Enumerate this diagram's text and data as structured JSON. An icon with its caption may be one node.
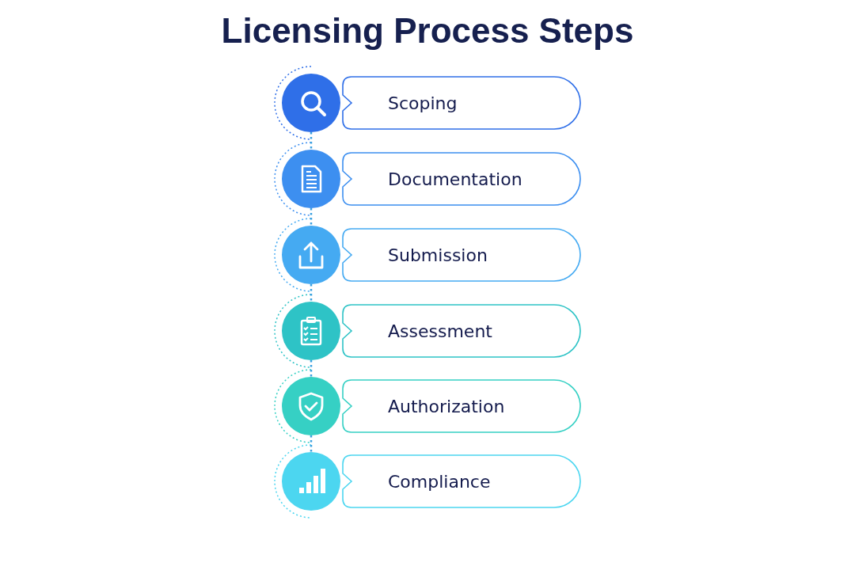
{
  "diagram": {
    "title": "Licensing Process Steps",
    "nodes": [
      {
        "text": [],
        "shape": "circle"
      },
      {
        "text": [
          "Scoping"
        ]
      },
      {
        "text": [],
        "shape": "circle"
      },
      {
        "text": [
          "Documentation"
        ]
      },
      {
        "text": [],
        "shape": "circle"
      },
      {
        "text": [
          "Submission"
        ]
      },
      {
        "text": [],
        "shape": "circle"
      },
      {
        "text": [
          "Assessment"
        ]
      },
      {
        "text": [],
        "shape": "circle"
      },
      {
        "text": [
          "Authorization"
        ]
      },
      {
        "text": [],
        "shape": "circle"
      },
      {
        "text": [
          "Compliance"
        ]
      }
    ],
    "edges": [
      {
        "from": 0,
        "to": 2,
        "arrow": "none",
        "style": "dashed"
      },
      {
        "from": 2,
        "to": 4,
        "arrow": "none",
        "style": "dashed"
      },
      {
        "from": 4,
        "to": 6,
        "arrow": "none",
        "style": "dashed"
      },
      {
        "from": 6,
        "to": 8,
        "arrow": "none",
        "style": "dashed"
      },
      {
        "from": 8,
        "to": 10,
        "arrow": "none",
        "style": "dashed"
      }
    ]
  }
}
